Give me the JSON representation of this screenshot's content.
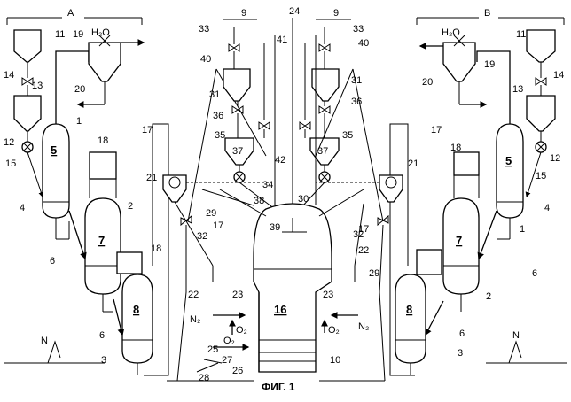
{
  "figure": {
    "caption": "ФИГ. 1",
    "group_labels": {
      "left": "А",
      "right": "В"
    },
    "water_label": "H₂O",
    "gas_labels": {
      "nitrogen": "N₂",
      "oxygen": "O₂"
    },
    "ground_label": "N",
    "vessel_numbers": {
      "v5": "5",
      "v7": "7",
      "v8": "8",
      "v16": "16"
    },
    "refs": {
      "r1": "1",
      "r2": "2",
      "r3": "3",
      "r4": "4",
      "r6": "6",
      "r9": "9",
      "r10": "10",
      "r11": "11",
      "r12": "12",
      "r13": "13",
      "r14": "14",
      "r15": "15",
      "r17": "17",
      "r18": "18",
      "r19": "19",
      "r20": "20",
      "r21": "21",
      "r22": "22",
      "r23": "23",
      "r24": "24",
      "r25": "25",
      "r26": "26",
      "r27": "27",
      "r28": "28",
      "r29": "29",
      "r30": "30",
      "r31": "31",
      "r32": "32",
      "r33": "33",
      "r34": "34",
      "r35": "35",
      "r36": "36",
      "r37": "37",
      "r38": "38",
      "r39": "39",
      "r40": "40",
      "r41": "41",
      "r42": "42"
    }
  }
}
